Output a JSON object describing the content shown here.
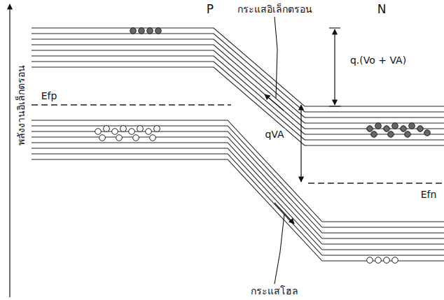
{
  "diagram": {
    "labels": [
      "P",
      "N",
      "กระแสอิเล็กตรอน",
      "q.(Vo + VA)",
      "qVA",
      "Efp",
      "Efn",
      "พลังงานอิเล็กตรอน",
      "กระแสโฮล"
    ]
  }
}
